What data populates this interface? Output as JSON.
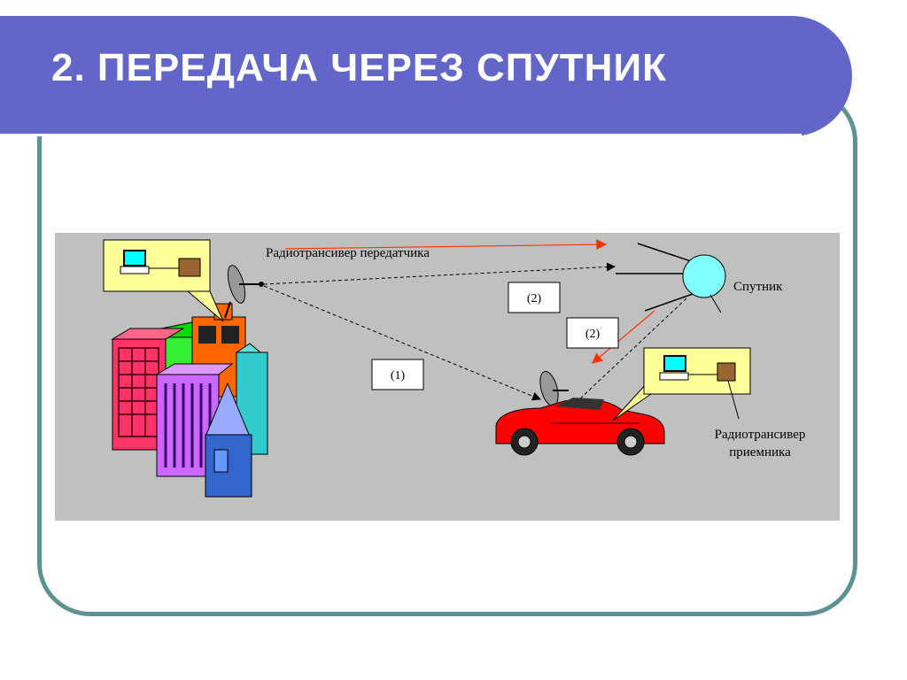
{
  "slide": {
    "title": "2. ПЕРЕДАЧА ЧЕРЕЗ СПУТНИК"
  },
  "diagram": {
    "transmitter_label": "Радиотрансивер передатчика",
    "satellite_label": "Спутник",
    "receiver_label_line1": "Радиотрансивер",
    "receiver_label_line2": "приемника",
    "path1_label": "(1)",
    "path2a_label": "(2)",
    "path2b_label": "(2)",
    "colors": {
      "panel": "#c0c0c0",
      "bubble": "#ffff99",
      "satellite": "#80ffff",
      "car": "#ff0000",
      "signal_arrow": "#ff3300"
    }
  }
}
